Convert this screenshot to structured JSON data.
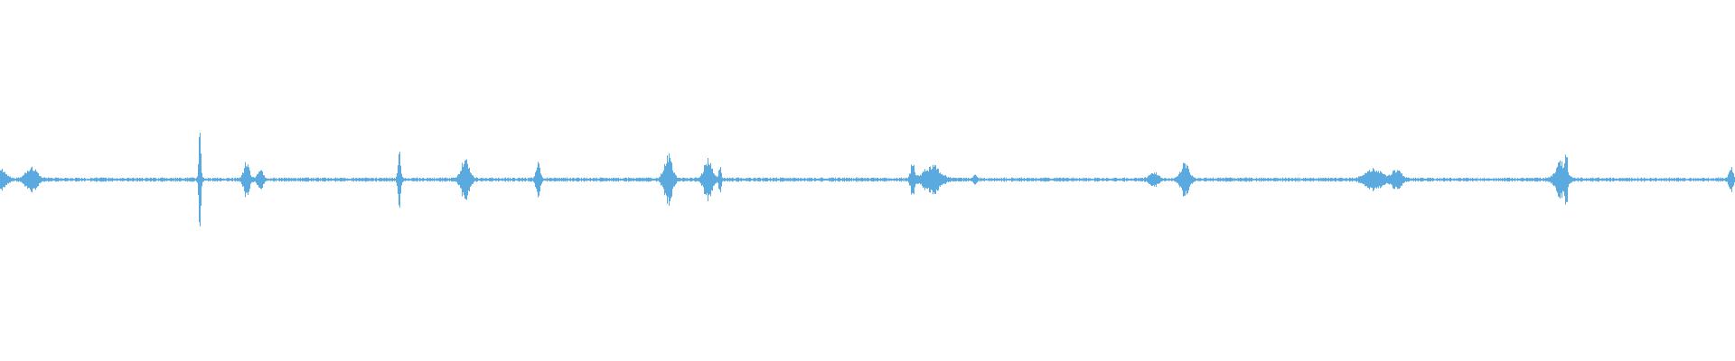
{
  "waveform": {
    "color": "#5aaae0",
    "duration_fraction_samples": "relative",
    "background": "#ffffff",
    "bursts": [
      {
        "at": 0.0,
        "amp": 0.06,
        "spread": 0.004
      },
      {
        "at": 0.018,
        "amp": 0.07,
        "spread": 0.004
      },
      {
        "at": 0.115,
        "amp": 0.3,
        "spread": 0.0008
      },
      {
        "at": 0.142,
        "amp": 0.12,
        "spread": 0.002
      },
      {
        "at": 0.15,
        "amp": 0.05,
        "spread": 0.002
      },
      {
        "at": 0.23,
        "amp": 0.18,
        "spread": 0.001
      },
      {
        "at": 0.268,
        "amp": 0.13,
        "spread": 0.003
      },
      {
        "at": 0.31,
        "amp": 0.1,
        "spread": 0.0015
      },
      {
        "at": 0.385,
        "amp": 0.15,
        "spread": 0.003
      },
      {
        "at": 0.408,
        "amp": 0.12,
        "spread": 0.003
      },
      {
        "at": 0.415,
        "amp": 0.07,
        "spread": 0.001
      },
      {
        "at": 0.526,
        "amp": 0.1,
        "spread": 0.0015
      },
      {
        "at": 0.537,
        "amp": 0.08,
        "spread": 0.006
      },
      {
        "at": 0.562,
        "amp": 0.03,
        "spread": 0.001
      },
      {
        "at": 0.665,
        "amp": 0.04,
        "spread": 0.003
      },
      {
        "at": 0.683,
        "amp": 0.1,
        "spread": 0.003
      },
      {
        "at": 0.792,
        "amp": 0.06,
        "spread": 0.006
      },
      {
        "at": 0.805,
        "amp": 0.05,
        "spread": 0.004
      },
      {
        "at": 0.9,
        "amp": 0.1,
        "spread": 0.004
      },
      {
        "at": 0.903,
        "amp": 0.14,
        "spread": 0.0008
      },
      {
        "at": 0.998,
        "amp": 0.07,
        "spread": 0.0015
      }
    ],
    "noise_floor": 0.008
  }
}
